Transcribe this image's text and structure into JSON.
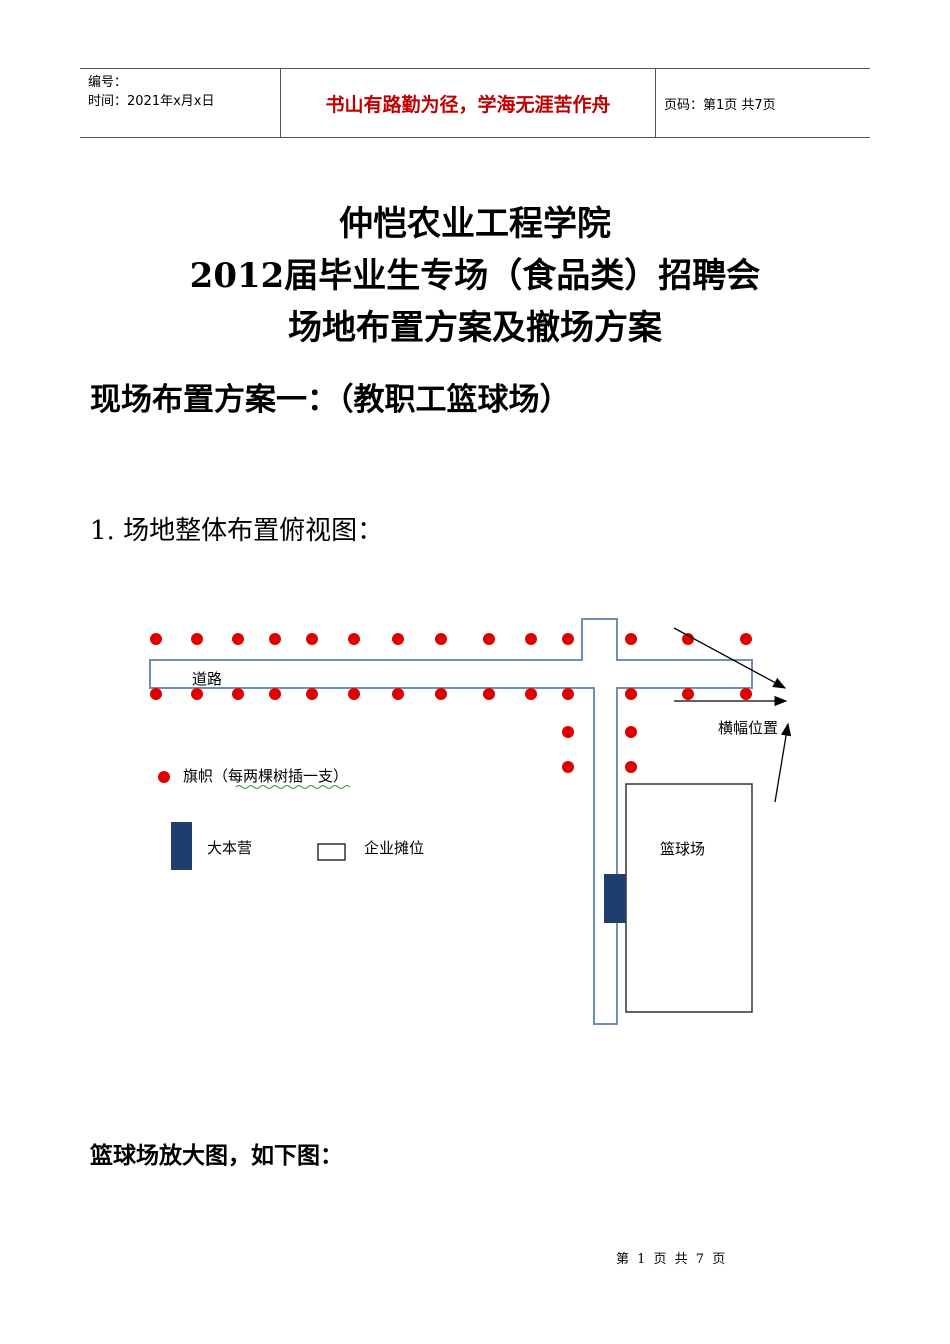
{
  "header": {
    "number_label": "编号：",
    "time_label": "时间：2021年x月x日",
    "motto": "书山有路勤为径，学海无涯苦作舟",
    "page_info": "页码：第1页  共7页"
  },
  "titles": {
    "line1": "仲恺农业工程学院",
    "line2": "2012届毕业生专场（食品类）招聘会",
    "line3": "场地布置方案及撤场方案"
  },
  "plan_heading": "现场布置方案一：（教职工篮球场）",
  "section_heading": "1. 场地整体布置俯视图：",
  "diagram": {
    "road_label": "道路",
    "banner_label": "横幅位置",
    "flag_legend": "旗帜（每两棵树插一支）",
    "hq_legend": "大本营",
    "booth_legend": "企业摊位",
    "court_label": "篮球场",
    "colors": {
      "flag": "#e00000",
      "hq": "#1f3e6e",
      "road": "#6e90b8"
    }
  },
  "enlarge_caption": "篮球场放大图，如下图：",
  "footer": "第 1 页 共 7 页"
}
